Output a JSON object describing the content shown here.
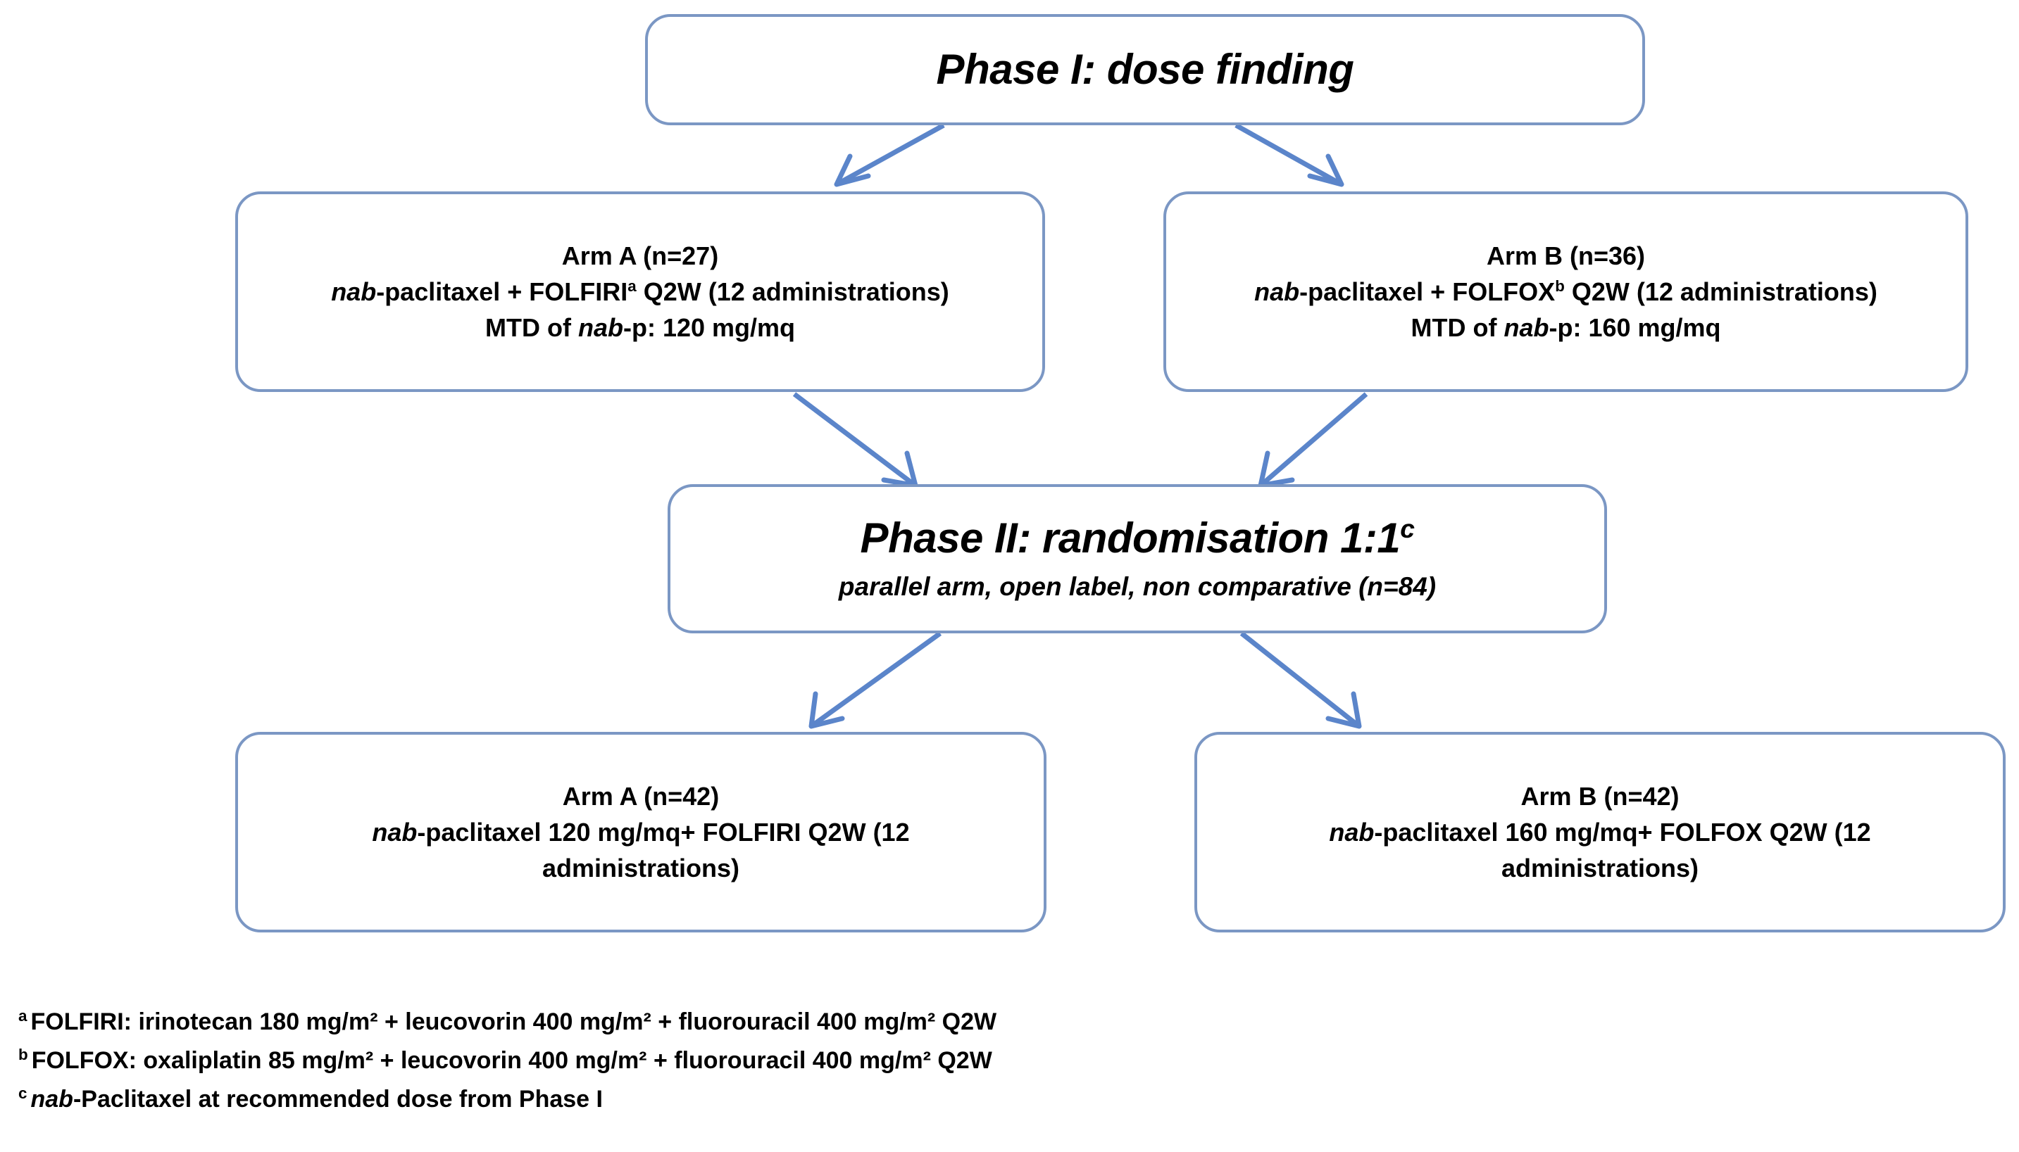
{
  "diagram": {
    "title": "Phase I / Phase II study design flowchart",
    "accent_color": "#7B97C4",
    "arrow_color": "#5B85CA",
    "background": "#ffffff"
  },
  "nodes": {
    "phase1": {
      "title": "Phase I: dose finding"
    },
    "phase1_arm_a": {
      "line1": "Arm A (n=27)",
      "line2_pre": "nab",
      "line2_post": "-paclitaxel + FOLFIRI",
      "line2_sup": "a",
      "line2_tail": " Q2W (12 administrations)",
      "line3_pre": "MTD of ",
      "line3_ital": "nab",
      "line3_post": "-p: 120 mg/mq"
    },
    "phase1_arm_b": {
      "line1": "Arm B (n=36)",
      "line2_pre": "nab",
      "line2_post": "-paclitaxel + FOLFOX",
      "line2_sup": "b",
      "line2_tail": " Q2W (12 administrations)",
      "line3_pre": "MTD of ",
      "line3_ital": "nab",
      "line3_post": "-p: 160 mg/mq"
    },
    "phase2": {
      "title": "Phase II: randomisation 1:1",
      "title_sup": "c",
      "subtitle": "parallel arm, open label, non comparative (n=84)"
    },
    "phase2_arm_a": {
      "line1": "Arm A (n=42)",
      "line2_pre": "nab",
      "line2_post": "-paclitaxel 120 mg/mq+ FOLFIRI Q2W (12 administrations)"
    },
    "phase2_arm_b": {
      "line1": "Arm B (n=42)",
      "line2_pre": "nab",
      "line2_post": "-paclitaxel 160 mg/mq+ FOLFOX Q2W (12 administrations)"
    }
  },
  "footnotes": [
    {
      "mark": "a",
      "text": "FOLFIRI: irinotecan 180 mg/m² + leucovorin 400 mg/m²  + fluorouracil 400 mg/m² Q2W"
    },
    {
      "mark": "b",
      "text": "FOLFOX: oxaliplatin 85 mg/m² + leucovorin 400 mg/m² + fluorouracil 400 mg/m² Q2W"
    },
    {
      "mark": "c",
      "text_ital": "nab",
      "text": "-Paclitaxel at recommended dose from Phase I"
    }
  ]
}
